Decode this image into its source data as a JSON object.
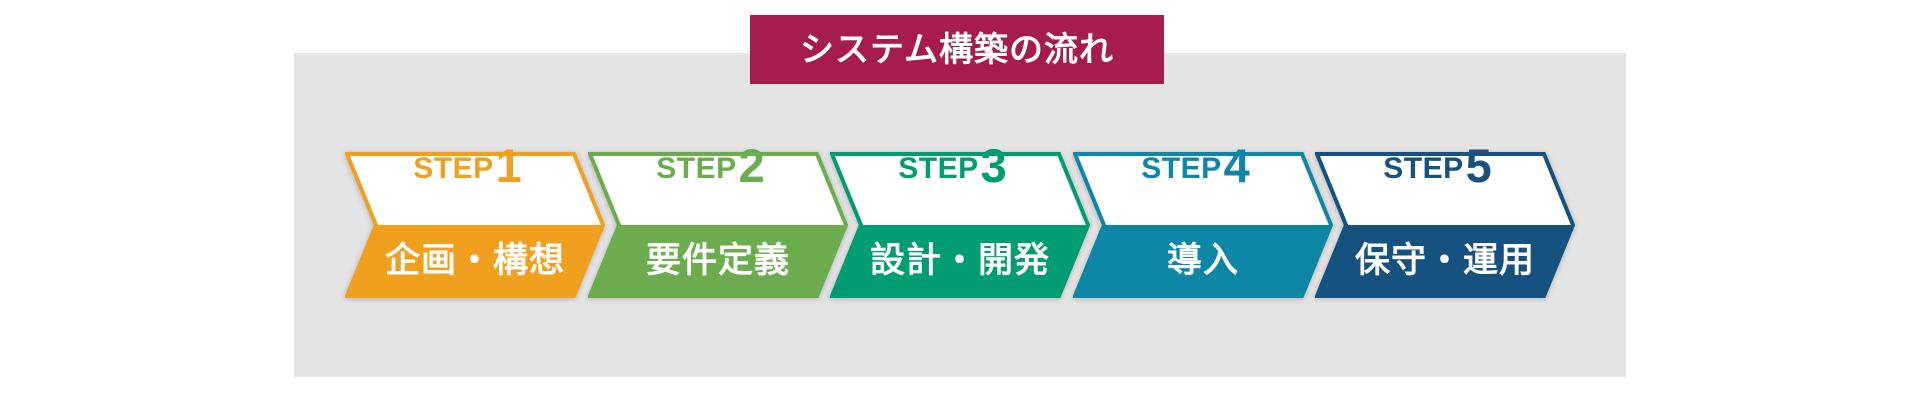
{
  "title": {
    "text": "システム構築の流れ",
    "background": "#A51C4D",
    "text_color": "#FFFFFF"
  },
  "panel": {
    "background": "#E4E4E4"
  },
  "steps": [
    {
      "step_label": "STEP",
      "step_number": "1",
      "name": "企画・構想",
      "color": "#F0A01E"
    },
    {
      "step_label": "STEP",
      "step_number": "2",
      "name": "要件定義",
      "color": "#6BAD4E"
    },
    {
      "step_label": "STEP",
      "step_number": "3",
      "name": "設計・開発",
      "color": "#009D72"
    },
    {
      "step_label": "STEP",
      "step_number": "4",
      "name": "導入",
      "color": "#0E86A6"
    },
    {
      "step_label": "STEP",
      "step_number": "5",
      "name": "保守・運用",
      "color": "#16527F"
    }
  ]
}
